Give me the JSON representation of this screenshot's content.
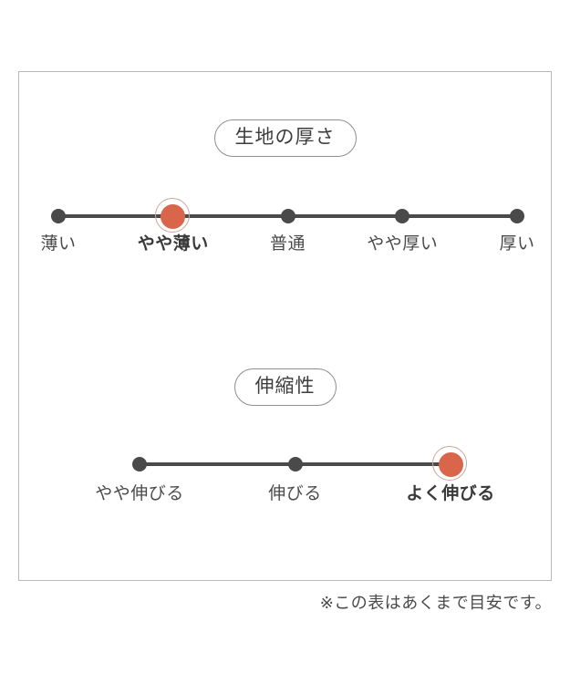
{
  "sections": [
    {
      "id": "fabric-thickness",
      "title": "生地の厚さ",
      "steps": [
        {
          "label": "薄い",
          "active": false
        },
        {
          "label": "やや薄い",
          "active": true
        },
        {
          "label": "普通",
          "active": false
        },
        {
          "label": "やや厚い",
          "active": false
        },
        {
          "label": "厚い",
          "active": false
        }
      ]
    },
    {
      "id": "stretchiness",
      "title": "伸縮性",
      "steps": [
        {
          "label": "やや伸びる",
          "active": false
        },
        {
          "label": "伸びる",
          "active": false
        },
        {
          "label": "よく伸びる",
          "active": true
        }
      ]
    }
  ],
  "footnote": "※この表はあくまで目安です。",
  "colors": {
    "active_dot": "#d9664b",
    "active_ring": "#cda69d",
    "dot": "#4a4a4a",
    "track": "#4a4a4a",
    "border": "#b9b9b9",
    "pill_border": "#8e8e8e",
    "text": "#4a4a4a"
  }
}
